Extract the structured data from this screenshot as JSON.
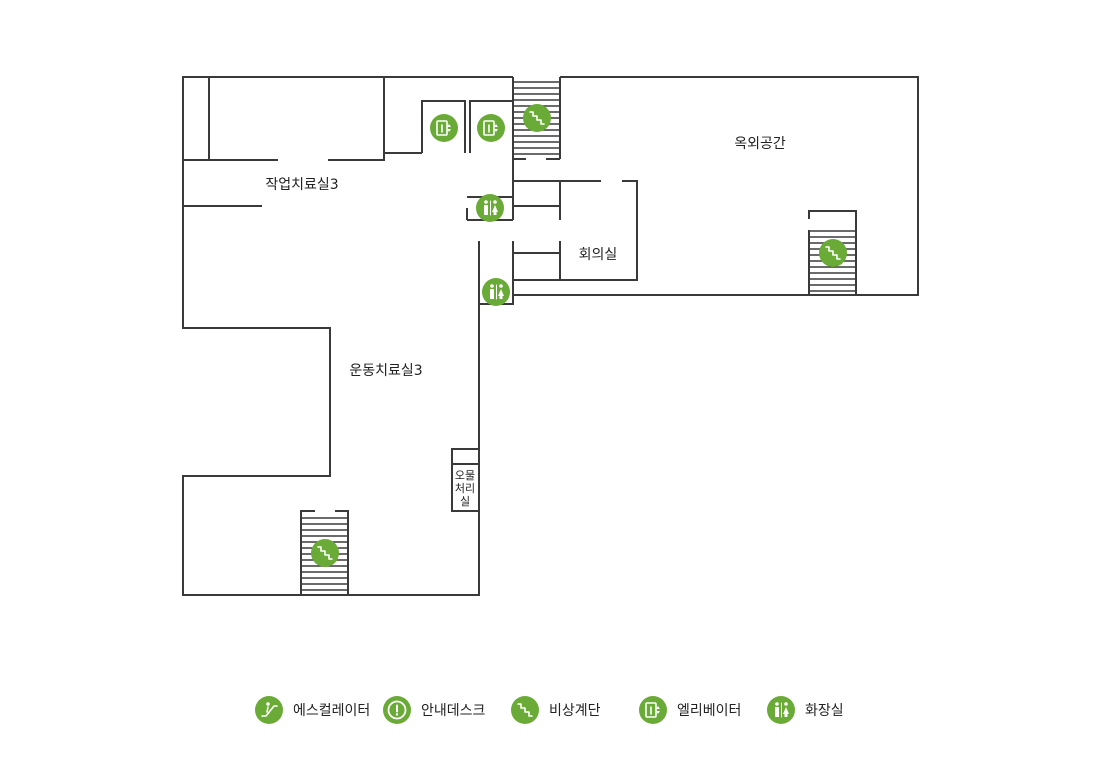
{
  "rooms": {
    "ot3": "작업치료실3",
    "pt3": "운동치료실3",
    "outdoor": "옥외공간",
    "meeting": "회의실",
    "waste_line1": "오물",
    "waste_line2": "처리",
    "waste_line3": "실"
  },
  "legend": {
    "escalator": "에스컬레이터",
    "info": "안내데스크",
    "stairs": "비상계단",
    "elevator": "엘리베이터",
    "restroom": "화장실"
  },
  "colors": {
    "accent": "#6aaa36",
    "wall": "#3a3a3a"
  }
}
